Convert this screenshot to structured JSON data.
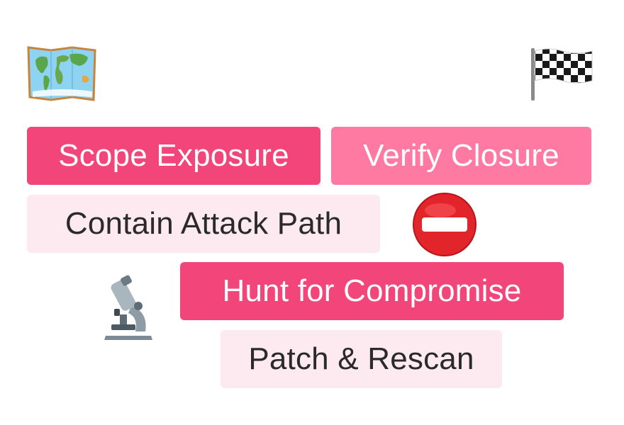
{
  "chips": {
    "scope_exposure": "Scope Exposure",
    "verify_closure": "Verify Closure",
    "contain_attack_path": "Contain Attack Path",
    "hunt_for_compromise": "Hunt for Compromise",
    "patch_rescan": "Patch & Rescan"
  },
  "icons": {
    "start": "world-map-icon",
    "finish": "chequered-flag-icon",
    "blocked": "no-entry-icon",
    "investigate": "microscope-icon"
  },
  "colors": {
    "chip_strong": "#f2467a",
    "chip_medium": "#ff7aa2",
    "chip_soft": "#fdeaf0",
    "text_dark": "#2a2a2a"
  }
}
